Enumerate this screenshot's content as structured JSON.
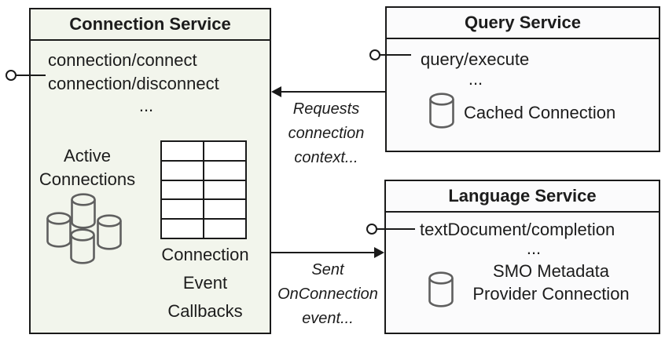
{
  "diagram": {
    "connection_service": {
      "title": "Connection Service",
      "method_1": "connection/connect",
      "method_2": "connection/disconnect",
      "ellipsis": "...",
      "active_line_1": "Active",
      "active_line_2": "Connections",
      "callbacks_line_1": "Connection",
      "callbacks_line_2": "Event",
      "callbacks_line_3": "Callbacks"
    },
    "query_service": {
      "title": "Query Service",
      "method_1": "query/execute",
      "ellipsis": "...",
      "cache_label": "Cached Connection"
    },
    "language_service": {
      "title": "Language Service",
      "method_1": "textDocument/completion",
      "ellipsis": "...",
      "store_line_1": "SMO Metadata",
      "store_line_2": "Provider Connection"
    },
    "arrows": {
      "requests_line_1": "Requests",
      "requests_line_2": "connection",
      "requests_line_3": "context...",
      "sent_line_1": "Sent",
      "sent_line_2": "OnConnection",
      "sent_line_3": "event..."
    },
    "table": {
      "rows": 5,
      "cols": 2
    },
    "colors": {
      "connection_fill": "#f2f5ec",
      "service_fill": "#fbfbfc",
      "border": "#1a1a1a",
      "cylinder_stroke": "#5f5f5f",
      "text": "#1c1c1c"
    }
  }
}
